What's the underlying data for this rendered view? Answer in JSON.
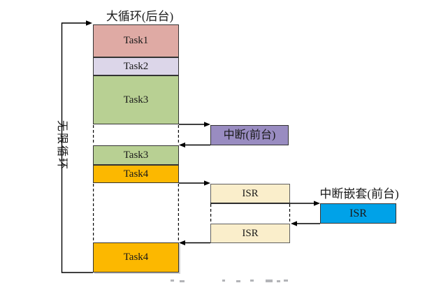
{
  "title": "大循环(后台)",
  "left_loop": {
    "label": "无限循环"
  },
  "background_column": {
    "segments": [
      {
        "id": "task1",
        "label": "Task1"
      },
      {
        "id": "task2",
        "label": "Task2"
      },
      {
        "id": "task3",
        "label": "Task3"
      },
      {
        "id": "task3-resume",
        "label": "Task3"
      },
      {
        "id": "task4",
        "label": "Task4"
      },
      {
        "id": "task4-resume",
        "label": "Task4"
      }
    ]
  },
  "foreground": {
    "interrupt_label": "中断(前台)",
    "isr1_label": "ISR",
    "isr2_label": "ISR",
    "nested_title": "中断嵌套(前台)",
    "nested_isr_label": "ISR"
  },
  "colors": {
    "task1": "#dfaaa4",
    "task2": "#dcd6e9",
    "task3": "#b8d093",
    "task4": "#fcb800",
    "interrupt": "#998cc1",
    "isr": "#faeecb",
    "nested_isr": "#00a2e8",
    "line": "#000000"
  }
}
